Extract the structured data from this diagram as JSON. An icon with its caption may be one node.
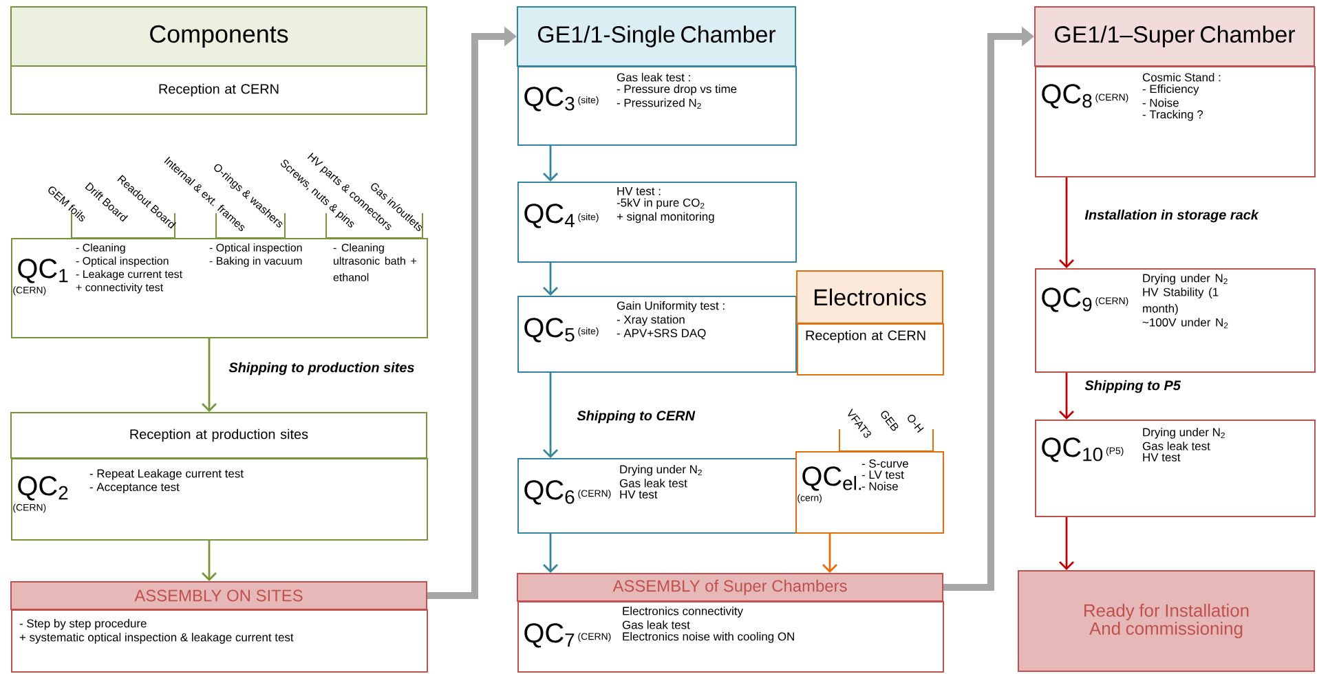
{
  "diagram": {
    "nodes": [
      {
        "text": [
          "Components"
        ]
      },
      {
        "text": [
          "Reception at CERN"
        ]
      },
      {
        "text": [
          "QC$_{1}$",
          "(CERN)",
          "- Cleaning",
          "- Optical inspection",
          "- Leakage current test",
          "+ connectivity test",
          "- Optical inspection",
          "- Baking in vacuum",
          "- Cleaning",
          "ultrasonic bath + ethanol"
        ]
      },
      {
        "text": [
          "Reception at production sites"
        ]
      },
      {
        "text": [
          "QC$_{2}$",
          "(CERN)",
          "- Repeat Leakage current test",
          "- Acceptance test"
        ]
      },
      {
        "text": [
          "ASSEMBLY ON SITES"
        ]
      },
      {
        "text": [
          "- Step by step procedure",
          "+ systematic optical inspection & leakage current test"
        ]
      },
      {
        "text": [
          "GE1/1-Single Chamber"
        ]
      },
      {
        "text": [
          "QC$_{3}$",
          "(site)",
          "Gas leak test :",
          "- Pressure drop vs time",
          "- Pressurized N$_{2}$"
        ]
      },
      {
        "text": [
          "QC$_{4}$",
          "(site)",
          "HV test :",
          "-5kV in pure CO$_{2}$",
          "+ signal monitoring"
        ]
      },
      {
        "text": [
          "QC$_{5}$",
          "(site)",
          "Gain Uniformity test :",
          "- Xray station",
          "- APV+SRS DAQ"
        ]
      },
      {
        "text": [
          "Electronics"
        ]
      },
      {
        "text": [
          "Reception at CERN"
        ]
      },
      {
        "text": [
          "QC$_{6}$",
          "(CERN)",
          "Drying under N$_{2}$",
          "Gas leak test",
          "HV test"
        ]
      },
      {
        "text": [
          "QC$_{el.}$",
          "(cern)",
          "- S-curve",
          "- LV test",
          "- Noise"
        ]
      },
      {
        "text": [
          "ASSEMBLY of Super Chambers"
        ]
      },
      {
        "text": [
          "QC$_{7}$",
          "(CERN)",
          "Electronics connectivity",
          "Gas leak test",
          "Electronics noise with cooling ON"
        ]
      },
      {
        "text": [
          "GE1/1–Super Chamber"
        ]
      },
      {
        "text": [
          "QC$_{8}$",
          "(CERN)",
          "Cosmic Stand :",
          "- Efficiency",
          "- Noise",
          "- Tracking ?"
        ]
      },
      {
        "text": [
          "QC$_{9}$",
          "(CERN)",
          "Drying under N$_{2}$",
          "HV Stability (1 month)",
          "~100V under N$_{2}$"
        ]
      },
      {
        "text": [
          "QC$_{10}$",
          "(P5)",
          "Drying under N$_{2}$",
          "Gas leak test",
          "HV test"
        ]
      },
      {
        "text": [
          "Ready for Installation And commissioning"
        ]
      }
    ],
    "edges": [
      {
        "from": 2,
        "to": 3,
        "arrow": "to",
        "label": "Shipping to production sites",
        "color": "#77933c"
      },
      {
        "from": 4,
        "to": 5,
        "arrow": "to",
        "color": "#77933c"
      },
      {
        "from": 8,
        "to": 9,
        "arrow": "to",
        "color": "#31859c"
      },
      {
        "from": 9,
        "to": 10,
        "arrow": "to",
        "color": "#31859c"
      },
      {
        "from": 10,
        "to": 13,
        "arrow": "to",
        "label": "Shipping to CERN",
        "color": "#31859c"
      },
      {
        "from": 13,
        "to": 15,
        "arrow": "to",
        "color": "#31859c"
      },
      {
        "from": 14,
        "to": 15,
        "arrow": "to",
        "color": "#e46c0a"
      },
      {
        "from": 18,
        "to": 19,
        "arrow": "to",
        "label": "Installation in storage rack",
        "color": "#c00000"
      },
      {
        "from": 19,
        "to": 20,
        "arrow": "to",
        "label": "Shipping to P5",
        "color": "#c00000"
      },
      {
        "from": 20,
        "to": 21,
        "arrow": "to",
        "color": "#c00000"
      },
      {
        "from": 5,
        "to": 7,
        "arrow": "to",
        "style": "thick",
        "color": "#a6a6a6"
      },
      {
        "from": 15,
        "to": 17,
        "arrow": "to",
        "style": "thick",
        "color": "#a6a6a6"
      }
    ],
    "labels": [
      "GEM foils",
      "Drift Board",
      "Readout Board",
      "Internal & ext. frames",
      "O-rings & washers",
      "Screws, nuts & pins",
      "HV parts & connectors",
      "Gas in/outlets",
      "VFAT3",
      "GEB",
      "O-H"
    ]
  }
}
